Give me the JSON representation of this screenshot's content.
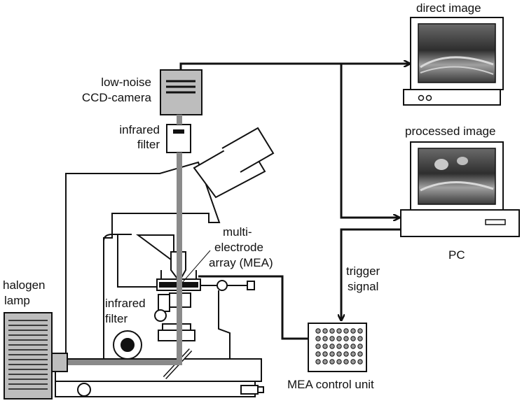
{
  "labels": {
    "direct_image": "direct image",
    "processed_image": "processed image",
    "camera_line1": "low-noise",
    "camera_line2": "CCD-camera",
    "ir_filter_top_line1": "infrared",
    "ir_filter_top_line2": "filter",
    "mea_line1": "multi-",
    "mea_line2": "electrode",
    "mea_line3": "array (MEA)",
    "pc": "PC",
    "trigger_line1": "trigger",
    "trigger_line2": "signal",
    "halogen_line1": "halogen",
    "halogen_line2": "lamp",
    "ir_filter_bottom_line1": "infrared",
    "ir_filter_bottom_line2": "filter",
    "control_unit": "MEA  control unit"
  },
  "colors": {
    "ink": "#111111",
    "beam": "#8a8a8a",
    "box_fill": "#bdbdbd",
    "screen_dark": "#2a2a2a"
  }
}
